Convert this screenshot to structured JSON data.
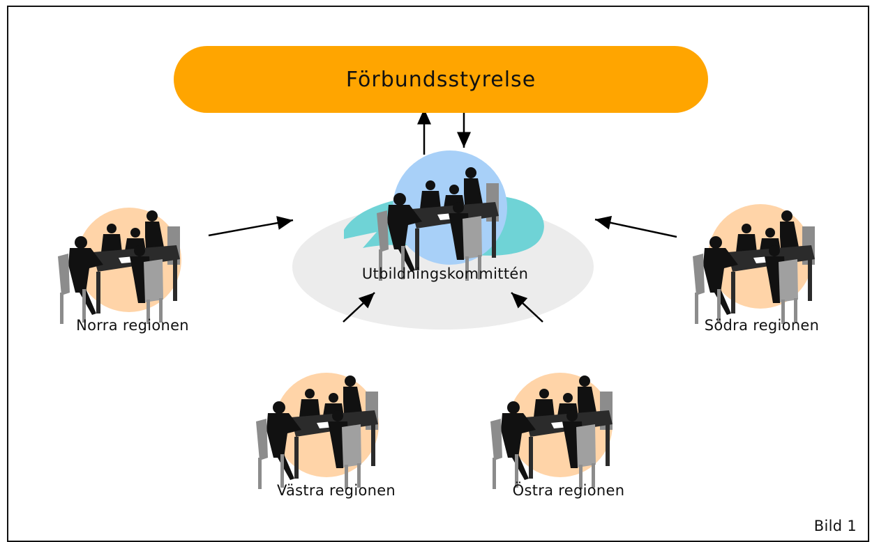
{
  "diagram": {
    "board": {
      "label": "Förbundsstyrelse"
    },
    "committee": {
      "label": "Utbildningskommittén"
    },
    "regions": [
      {
        "id": "norra",
        "label": "Norra regionen"
      },
      {
        "id": "sodra",
        "label": "Södra regionen"
      },
      {
        "id": "vastra",
        "label": "Västra regionen"
      },
      {
        "id": "ostra",
        "label": "Östra regionen"
      }
    ],
    "figure_label": "Bild 1"
  },
  "colors": {
    "board_fill": "#FFA500",
    "region_circle": "#FFD4A8",
    "committee_ellipse": "#ECECEC",
    "committee_swirl": "#6FD3D6",
    "committee_globe": "#A8D0F8",
    "people": "#111111",
    "furniture": "#8C8C8C"
  },
  "icons": {
    "meeting": "meeting-table-icon"
  }
}
